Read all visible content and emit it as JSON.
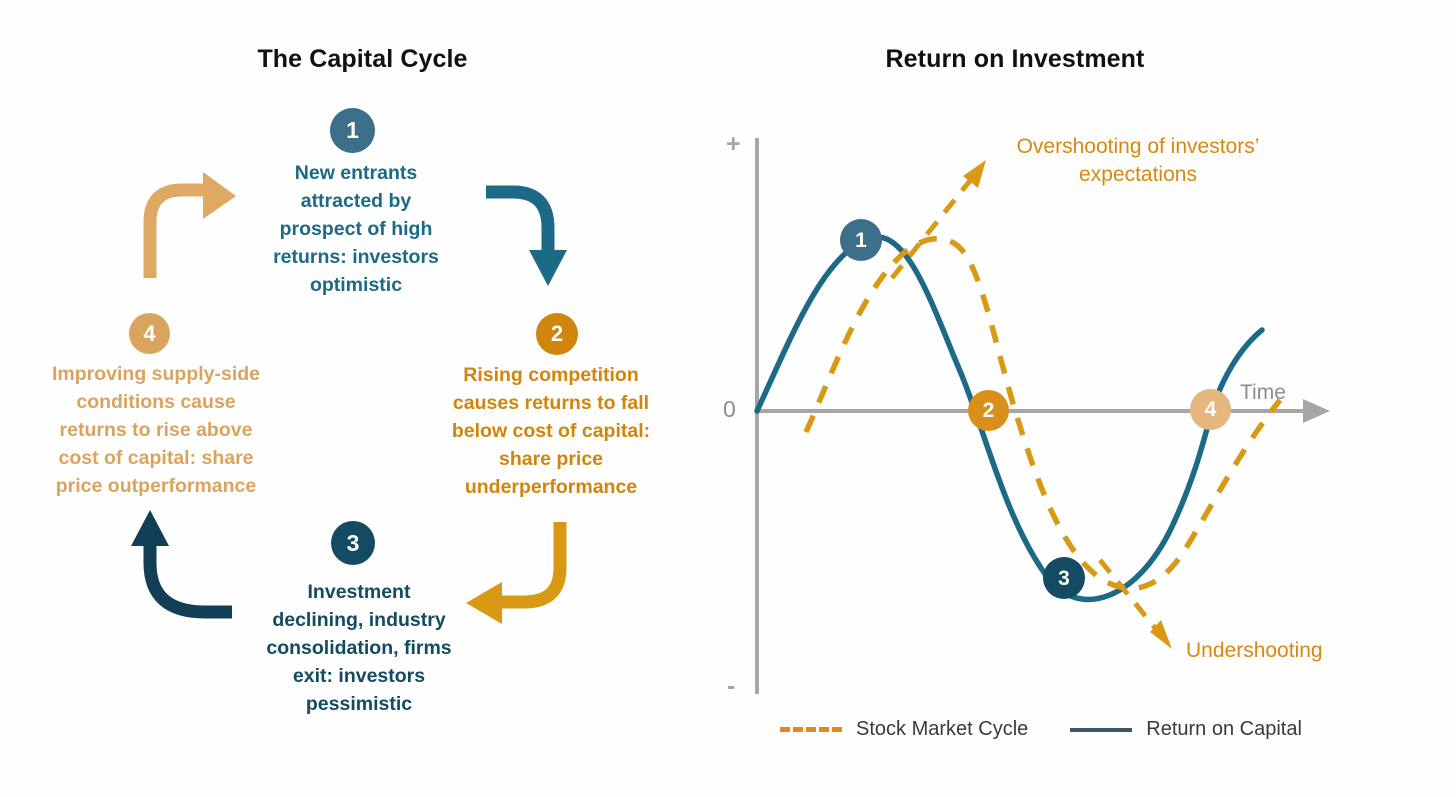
{
  "panels": {
    "left_title": "The Capital Cycle",
    "right_title": "Return on Investment"
  },
  "colors": {
    "teal": "#1c6a85",
    "slate_blue": "#3d6e8a",
    "navy": "#134b63",
    "gold": "#d0850c",
    "amber": "#d9901a",
    "tan": "#d9a45f",
    "light_tan": "#e5b77e",
    "orange": "#e8851f",
    "orange_dash": "#d89a14",
    "axis_gray": "#a6a6a6",
    "legend_slate": "#3d5564"
  },
  "cycle": {
    "steps": [
      {
        "number": "1",
        "text": "New entrants\nattracted by\nprospect of high\nreturns: investors\noptimistic",
        "color": "#1c6a85",
        "badge_color": "#3d6e8a"
      },
      {
        "number": "2",
        "text": "Rising competition\ncauses returns to fall\nbelow cost of capital:\nshare price\nunderperformance",
        "color": "#d0850c",
        "badge_color": "#d0850c"
      },
      {
        "number": "3",
        "text": "Investment\ndeclining, industry\nconsolidation, firms\nexit: investors\npessimistic",
        "color": "#134b63",
        "badge_color": "#134b63"
      },
      {
        "number": "4",
        "text": "Improving supply-side\nconditions cause\nreturns to rise above\ncost of capital: share\nprice outperformance",
        "color": "#d9a45f",
        "badge_color": "#d9a45f"
      }
    ],
    "arrows": [
      {
        "name": "arrow-1-to-2",
        "color": "#1c6a85",
        "direction": "right-down"
      },
      {
        "name": "arrow-2-to-3",
        "color": "#d89a14",
        "direction": "down-left"
      },
      {
        "name": "arrow-3-to-4",
        "color": "#123f56",
        "direction": "left-up"
      },
      {
        "name": "arrow-4-to-1",
        "color": "#dfa963",
        "direction": "up-right"
      }
    ]
  },
  "chart_data": {
    "type": "line",
    "title": "Return on Investment",
    "xlabel": "Time",
    "ylabel": "",
    "axis_ticks": {
      "top": "+",
      "zero": "0",
      "bottom": "-"
    },
    "grid": false,
    "legend_position": "bottom",
    "annotations": [
      {
        "name": "overshooting",
        "text": "Overshooting of investors’\nexpectations",
        "color": "#d68910"
      },
      {
        "name": "undershooting",
        "text": "Undershooting",
        "color": "#d68910"
      }
    ],
    "markers": [
      {
        "number": "1",
        "series": "Return on Capital",
        "x": 0.18,
        "y": 0.88,
        "color": "#3d6e8a"
      },
      {
        "number": "2",
        "series": "Return on Capital",
        "x": 0.39,
        "y": 0.0,
        "color": "#d9901a"
      },
      {
        "number": "3",
        "series": "Return on Capital",
        "x": 0.52,
        "y": -0.58,
        "color": "#134b63"
      },
      {
        "number": "4",
        "series": "Return on Capital",
        "x": 0.76,
        "y": 0.0,
        "color": "#e5b77e"
      }
    ],
    "series": [
      {
        "name": "Stock Market Cycle",
        "color": "#d89a14",
        "style": "dashed",
        "x": [
          0.1,
          0.18,
          0.26,
          0.32,
          0.39,
          0.46,
          0.52,
          0.6,
          0.68,
          0.76,
          0.86,
          0.95
        ],
        "values": [
          -0.3,
          0.2,
          0.72,
          0.84,
          0.72,
          0.3,
          -0.2,
          -0.58,
          -0.62,
          -0.45,
          0.05,
          0.45
        ]
      },
      {
        "name": "Return on Capital",
        "color": "#1c6a85",
        "style": "solid",
        "x": [
          0.0,
          0.08,
          0.18,
          0.28,
          0.34,
          0.39,
          0.46,
          0.52,
          0.6,
          0.68,
          0.76,
          0.84
        ],
        "values": [
          0.0,
          0.6,
          0.88,
          0.6,
          0.32,
          0.0,
          -0.38,
          -0.58,
          -0.6,
          -0.38,
          0.0,
          0.3
        ]
      }
    ],
    "legend": [
      {
        "label": "Stock Market Cycle",
        "color": "#e8851f",
        "style": "dashed"
      },
      {
        "label": "Return on Capital",
        "color": "#3d5564",
        "style": "solid"
      }
    ]
  }
}
